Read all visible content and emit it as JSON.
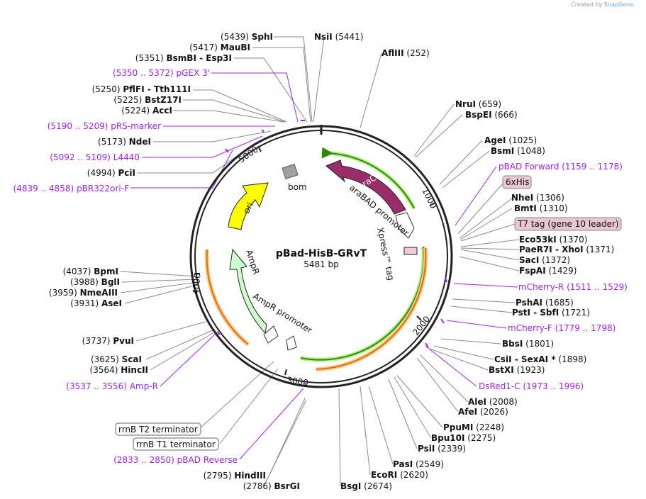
{
  "credit": {
    "prefix": "Created by",
    "brand": "SnapGene"
  },
  "plasmid": {
    "name": "pBad-HisB-GRvT",
    "length_label": "5481 bp",
    "length": 5481
  },
  "ring_ticks": [
    "1000",
    "2000",
    "3000",
    "4000",
    "5000"
  ],
  "site_labels": [
    {
      "pos": "(5439)",
      "name": "SphI",
      "color": "black"
    },
    {
      "pos": "(5417)",
      "name": "MauBI",
      "color": "black"
    },
    {
      "pos": "(5351)",
      "name": "BsmBI - Esp3I",
      "color": "black"
    },
    {
      "pos": "(5350 .. 5372)",
      "name": "pGEX 3'",
      "color": "purple"
    },
    {
      "pos": "(5250)",
      "name": "PflFI - Tth111I",
      "color": "black"
    },
    {
      "pos": "(5225)",
      "name": "BstZ17I",
      "color": "black"
    },
    {
      "pos": "(5224)",
      "name": "AccI",
      "color": "black"
    },
    {
      "pos": "(5190 .. 5209)",
      "name": "pRS-marker",
      "color": "purple"
    },
    {
      "pos": "(5173)",
      "name": "NdeI",
      "color": "black"
    },
    {
      "pos": "(5092 .. 5109)",
      "name": "L4440",
      "color": "purple"
    },
    {
      "pos": "(4994)",
      "name": "PciI",
      "color": "black"
    },
    {
      "pos": "(4839 .. 4858)",
      "name": "pBR322ori-F",
      "color": "purple"
    },
    {
      "pos": "(4037)",
      "name": "BpmI",
      "color": "black"
    },
    {
      "pos": "(3988)",
      "name": "BglI",
      "color": "black"
    },
    {
      "pos": "(3959)",
      "name": "NmeAIII",
      "color": "black"
    },
    {
      "pos": "(3931)",
      "name": "AseI",
      "color": "black"
    },
    {
      "pos": "(3737)",
      "name": "PvuI",
      "color": "black"
    },
    {
      "pos": "(3625)",
      "name": "ScaI",
      "color": "black"
    },
    {
      "pos": "(3564)",
      "name": "HincII",
      "color": "black"
    },
    {
      "pos": "(3537 .. 3556)",
      "name": "Amp-R",
      "color": "purple"
    },
    {
      "pos": "(2833 .. 2850)",
      "name": "pBAD Reverse",
      "color": "purple"
    },
    {
      "pos": "(2795)",
      "name": "HindIII",
      "color": "black"
    },
    {
      "pos": "(2786)",
      "name": "BsrGI",
      "color": "black"
    },
    {
      "pos": "(5441)",
      "name": "NsiI",
      "color": "black"
    },
    {
      "pos": "(252)",
      "name": "AflIII",
      "color": "black"
    },
    {
      "pos": "(659)",
      "name": "NruI",
      "color": "black"
    },
    {
      "pos": "(666)",
      "name": "BspEI",
      "color": "black"
    },
    {
      "pos": "(1025)",
      "name": "AgeI",
      "color": "black"
    },
    {
      "pos": "(1048)",
      "name": "BsmI",
      "color": "black"
    },
    {
      "pos": "(1159 .. 1178)",
      "name": "pBAD Forward",
      "color": "purple"
    },
    {
      "pos": "(1306)",
      "name": "NheI",
      "color": "black"
    },
    {
      "pos": "(1310)",
      "name": "BmtI",
      "color": "black"
    },
    {
      "pos": "(1370)",
      "name": "Eco53kI",
      "color": "black"
    },
    {
      "pos": "(1371)",
      "name": "PaeR7I - XhoI",
      "color": "black"
    },
    {
      "pos": "(1372)",
      "name": "SacI",
      "color": "black"
    },
    {
      "pos": "(1429)",
      "name": "FspAI",
      "color": "black"
    },
    {
      "pos": "(1511 .. 1529)",
      "name": "mCherry-R",
      "color": "purple"
    },
    {
      "pos": "(1685)",
      "name": "PshAI",
      "color": "black"
    },
    {
      "pos": "(1721)",
      "name": "PstI - SbfI",
      "color": "black"
    },
    {
      "pos": "(1779 .. 1798)",
      "name": "mCherry-F",
      "color": "purple"
    },
    {
      "pos": "(1801)",
      "name": "BbsI",
      "color": "black"
    },
    {
      "pos": "(1898)",
      "name": "CsiI - SexAI *",
      "color": "black"
    },
    {
      "pos": "(1923)",
      "name": "BstXI",
      "color": "black"
    },
    {
      "pos": "(1973 .. 1996)",
      "name": "DsRed1-C",
      "color": "purple"
    },
    {
      "pos": "(2008)",
      "name": "AleI",
      "color": "black"
    },
    {
      "pos": "(2026)",
      "name": "AfeI",
      "color": "black"
    },
    {
      "pos": "(2248)",
      "name": "PpuMI",
      "color": "black"
    },
    {
      "pos": "(2275)",
      "name": "Bpu10I",
      "color": "black"
    },
    {
      "pos": "(2339)",
      "name": "PsiI",
      "color": "black"
    },
    {
      "pos": "(2549)",
      "name": "PasI",
      "color": "black"
    },
    {
      "pos": "(2620)",
      "name": "EcoRI",
      "color": "black"
    },
    {
      "pos": "(2674)",
      "name": "BsgI",
      "color": "black"
    }
  ],
  "boxed_labels": [
    {
      "text": "6xHis",
      "style": "pink"
    },
    {
      "text": "T7 tag (gene 10 leader)",
      "style": "pink"
    },
    {
      "text": "rrnB T2 terminator",
      "style": "white"
    },
    {
      "text": "rrnB T1 terminator",
      "style": "white"
    }
  ],
  "features": [
    {
      "name": "araC",
      "color": "#9b2d6b"
    },
    {
      "name": "araBAD promoter",
      "color": "#ffffff"
    },
    {
      "name": "Xpress™ tag",
      "color": "#f2c9d8"
    },
    {
      "name": "ori",
      "color": "#ffff00"
    },
    {
      "name": "bom",
      "color": "#a0a0a0"
    },
    {
      "name": "AmpR",
      "color": "#ccffcc"
    },
    {
      "name": "AmpR promoter",
      "color": "#ffffff"
    }
  ],
  "colors": {
    "primer": "#a020f0",
    "orf_green": "#2e8b00",
    "orf_orange": "#e07000",
    "orf_halo_green": "#b6f08a",
    "orf_halo_orange": "#f8c990"
  }
}
